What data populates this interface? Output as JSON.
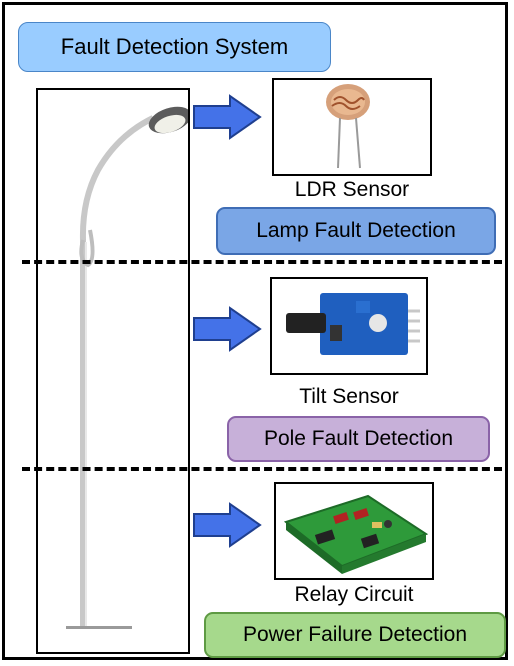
{
  "title": "Fault Detection System",
  "sections": [
    {
      "sensor": "LDR Sensor",
      "detection": "Lamp Fault Detection",
      "color": "#7aa6e6",
      "border": "#3f6db5"
    },
    {
      "sensor": "Tilt Sensor",
      "detection": "Pole Fault Detection",
      "color": "#c7b0d9",
      "border": "#8a63a8"
    },
    {
      "sensor": "Relay Circuit",
      "detection": "Power Failure Detection",
      "color": "#a6d98c",
      "border": "#5e9a43"
    }
  ],
  "colors": {
    "arrow": "#4472e8",
    "arrow_border": "#1f3f8f"
  }
}
